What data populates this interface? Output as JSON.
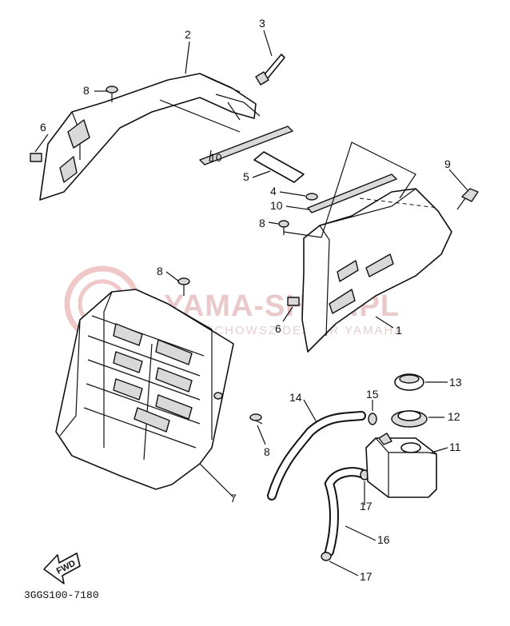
{
  "watermark": {
    "text": "YAMA-SHOP.PL",
    "subtext": "WOJCIECHOWSZ DEALER YAMAHA"
  },
  "diagram_code": "3GGS100-7180",
  "fwd_label": "FWD",
  "callouts": {
    "c1": "1",
    "c2": "2",
    "c3": "3",
    "c4": "4",
    "c5": "5",
    "c6a": "6",
    "c6b": "6",
    "c7": "7",
    "c8a": "8",
    "c8b": "8",
    "c8c": "8",
    "c8d": "8",
    "c9": "9",
    "c10a": "10",
    "c10b": "10",
    "c11": "11",
    "c12": "12",
    "c13": "13",
    "c14": "14",
    "c15": "15",
    "c16": "16",
    "c17a": "17",
    "c17b": "17"
  }
}
